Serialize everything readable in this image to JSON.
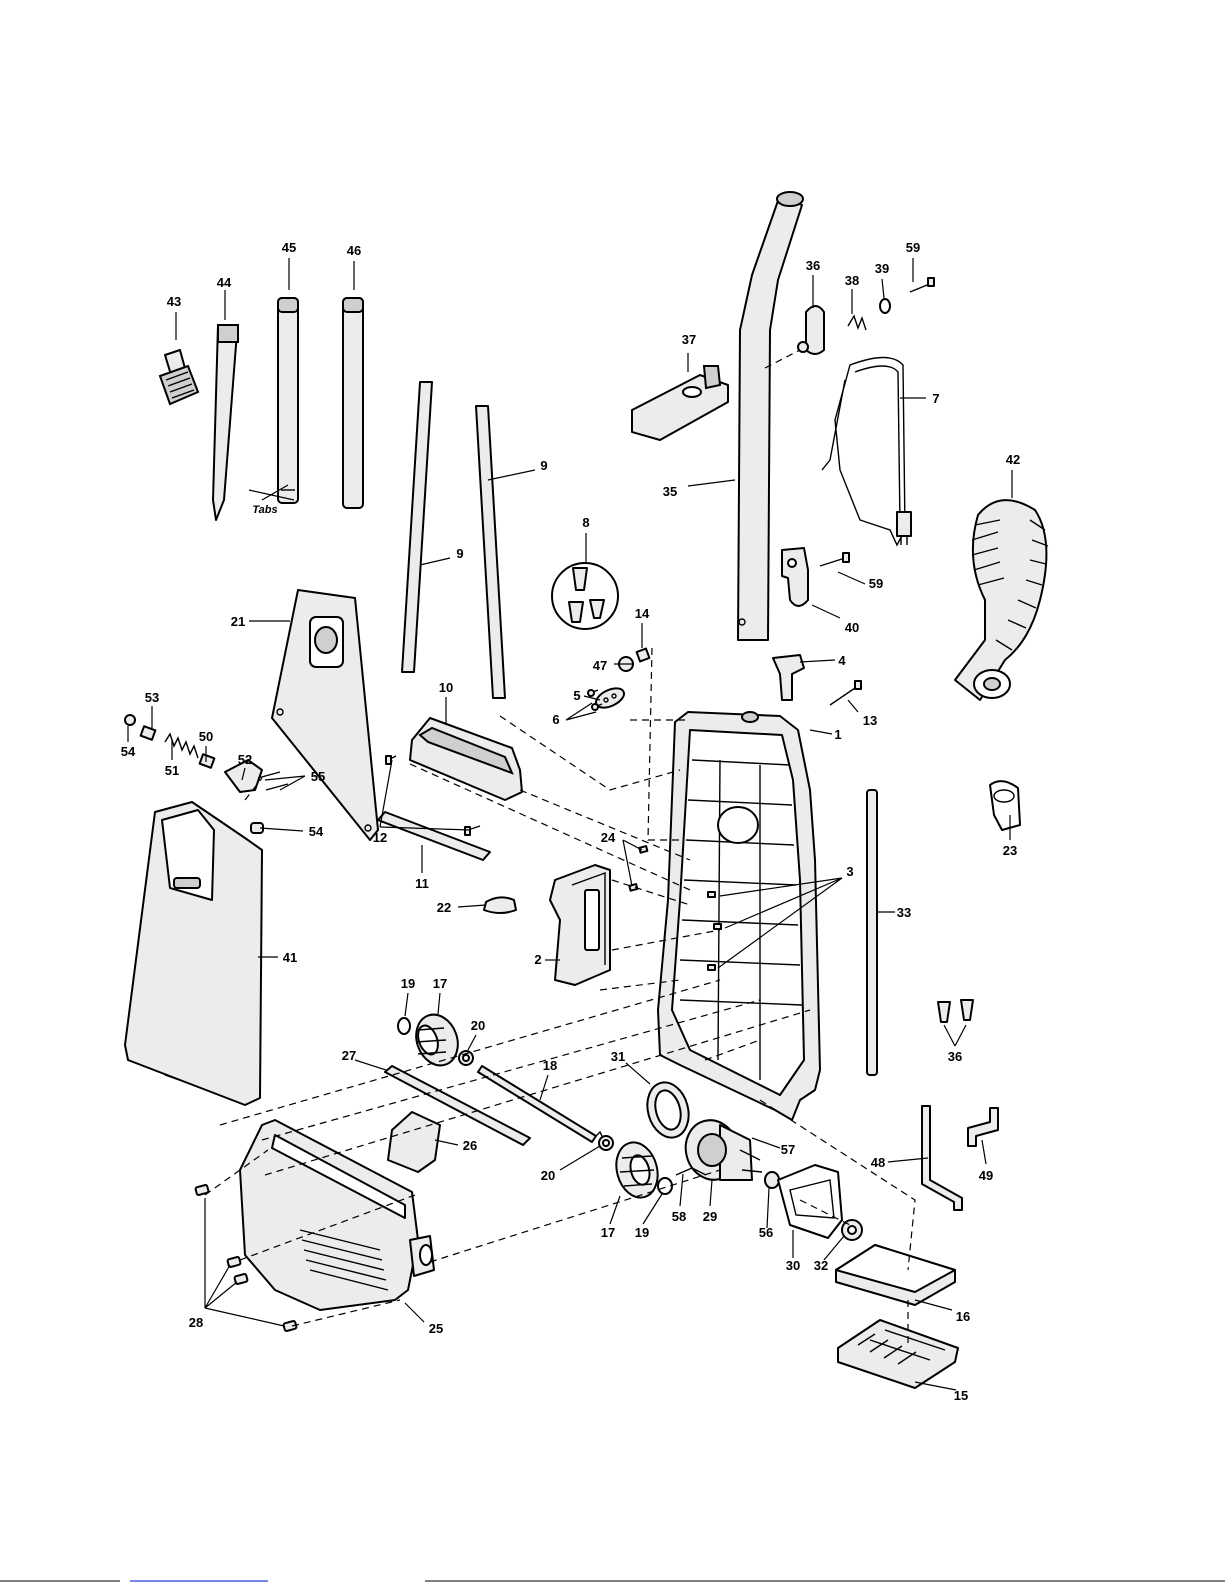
{
  "callouts": {
    "c1": "1",
    "c2": "2",
    "c3": "3",
    "c4": "4",
    "c5": "5",
    "c6": "6",
    "c7": "7",
    "c8": "8",
    "c9a": "9",
    "c9b": "9",
    "c10": "10",
    "c11": "11",
    "c12": "12",
    "c13": "13",
    "c14": "14",
    "c15": "15",
    "c16": "16",
    "c17a": "17",
    "c17b": "17",
    "c18": "18",
    "c19a": "19",
    "c19b": "19",
    "c20a": "20",
    "c20b": "20",
    "c21": "21",
    "c22": "22",
    "c23": "23",
    "c24": "24",
    "c25": "25",
    "c26": "26",
    "c27": "27",
    "c28": "28",
    "c29": "29",
    "c30": "30",
    "c31": "31",
    "c32": "32",
    "c33": "33",
    "c35": "35",
    "c36a": "36",
    "c36b": "36",
    "c37": "37",
    "c38": "38",
    "c39": "39",
    "c40": "40",
    "c41": "41",
    "c42": "42",
    "c43": "43",
    "c44": "44",
    "c45": "45",
    "c46": "46",
    "c47": "47",
    "c48": "48",
    "c49": "49",
    "c50": "50",
    "c51": "51",
    "c52": "52",
    "c53": "53",
    "c54a": "54",
    "c54b": "54",
    "c55": "55",
    "c56": "56",
    "c57": "57",
    "c58": "58",
    "c59a": "59",
    "c59b": "59"
  },
  "annotations": {
    "tabs": "Tabs"
  }
}
